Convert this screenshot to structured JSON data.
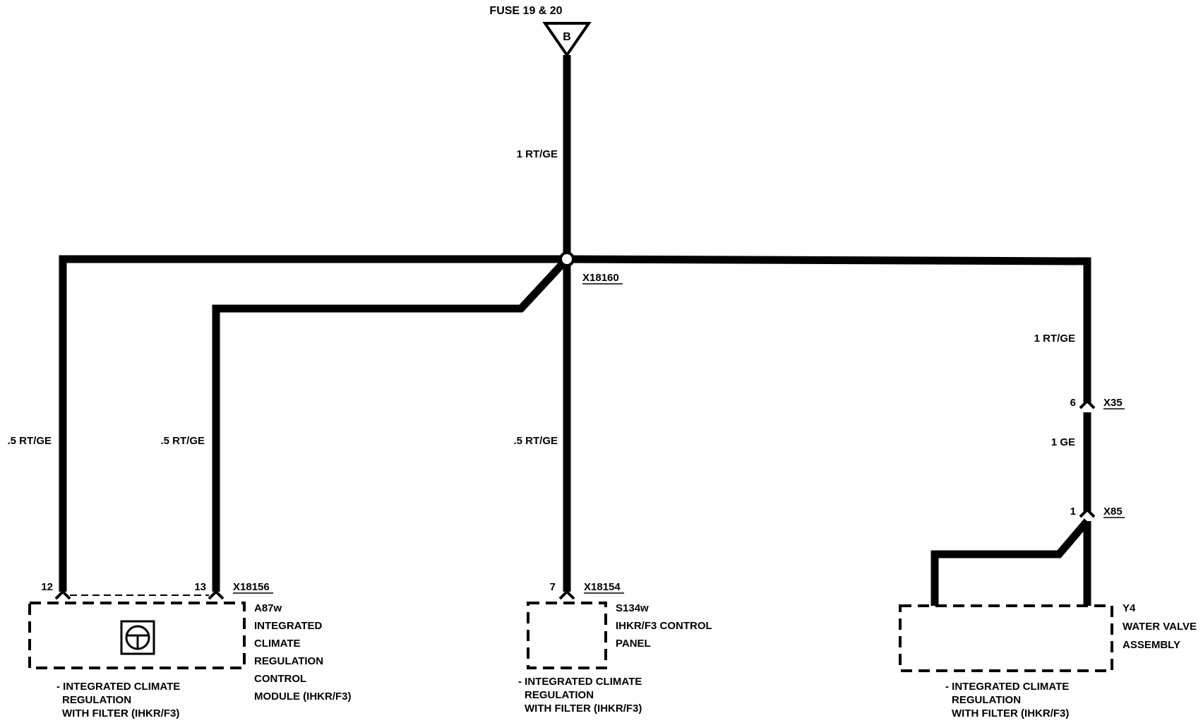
{
  "source": {
    "fuse_label": "FUSE 19 & 20",
    "terminal": "B"
  },
  "splice": {
    "id": "X18160"
  },
  "wires": {
    "main": "1 RT/GE",
    "left1": ".5 RT/GE",
    "left2": ".5 RT/GE",
    "center": ".5 RT/GE",
    "right_upper": "1 RT/GE",
    "right_lower": "1 GE"
  },
  "connectors": {
    "x35": {
      "id": "X35",
      "pin": "6"
    },
    "x85": {
      "id": "X85",
      "pin": "1"
    },
    "x18156": {
      "id": "X18156",
      "pin_a": "12",
      "pin_b": "13"
    },
    "x18154": {
      "id": "X18154",
      "pin": "7"
    }
  },
  "components": {
    "a87w": {
      "lines": [
        "A87w",
        "INTEGRATED",
        "CLIMATE",
        "REGULATION",
        "CONTROL",
        "MODULE (IHKR/F3)"
      ],
      "icon": "steering-wheel-icon",
      "note": [
        "- INTEGRATED CLIMATE",
        "REGULATION",
        "WITH FILTER (IHKR/F3)"
      ]
    },
    "s134w": {
      "lines": [
        "S134w",
        "IHKR/F3 CONTROL",
        "PANEL"
      ],
      "note": [
        "- INTEGRATED CLIMATE",
        "REGULATION",
        "WITH FILTER (IHKR/F3)"
      ]
    },
    "y4": {
      "lines": [
        "Y4",
        "WATER VALVE",
        "ASSEMBLY"
      ],
      "note": [
        "- INTEGRATED CLIMATE",
        "REGULATION",
        "WITH FILTER (IHKR/F3)"
      ]
    }
  }
}
